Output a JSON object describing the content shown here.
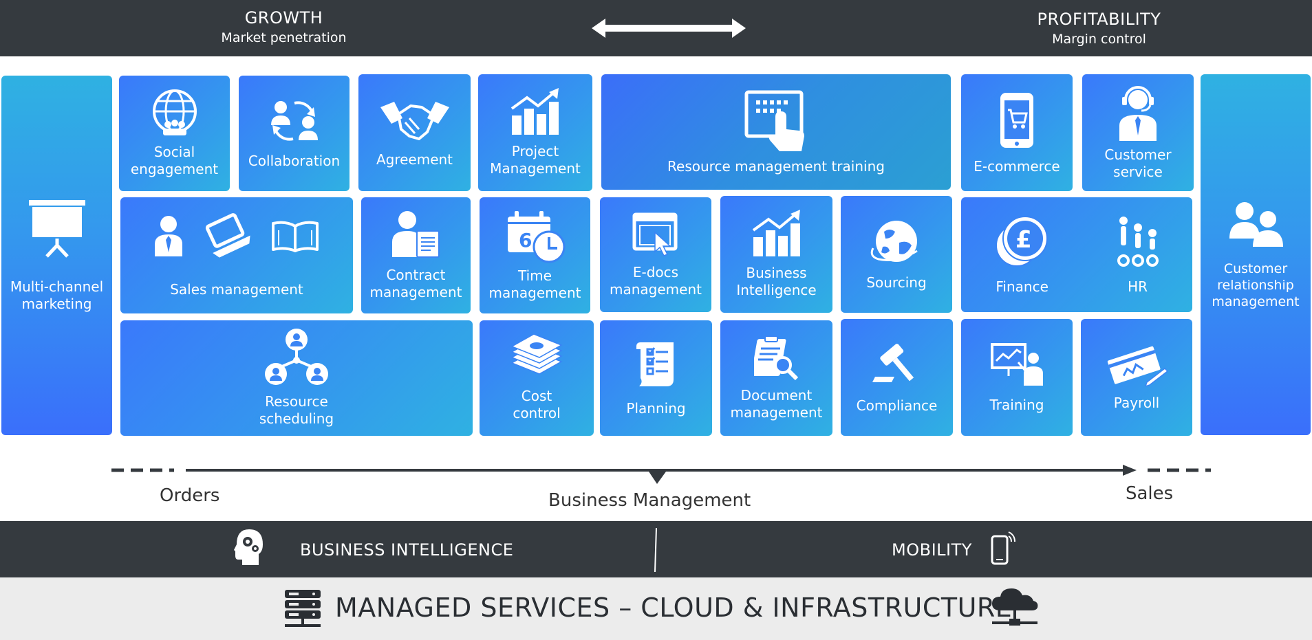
{
  "header": {
    "growth_title": "GROWTH",
    "growth_sub": "Market penetration",
    "profit_title": "PROFITABILITY",
    "profit_sub": "Margin control"
  },
  "tiles": {
    "multichannel": "Multi-channel\nmarketing",
    "social": "Social\nengagement",
    "collaboration": "Collaboration",
    "agreement": "Agreement",
    "project": "Project\nManagement",
    "resource_training": "Resource management training",
    "ecommerce": "E-commerce",
    "customer_service": "Customer\nservice",
    "crm": "Customer\nrelationship\nmanagement",
    "sales": "Sales management",
    "contract": "Contract\nmanagement",
    "time": "Time\nmanagement",
    "edocs": "E-docs\nmanagement",
    "bi": "Business\nIntelligence",
    "sourcing": "Sourcing",
    "finance": "Finance",
    "hr": "HR",
    "resource_scheduling": "Resource\nscheduling",
    "cost": "Cost\ncontrol",
    "planning": "Planning",
    "document": "Document\nmanagement",
    "compliance": "Compliance",
    "training": "Training",
    "payroll": "Payroll"
  },
  "timeline": {
    "orders": "Orders",
    "business_management": "Business Management",
    "sales": "Sales"
  },
  "footer": {
    "business_intelligence": "BUSINESS INTELLIGENCE",
    "mobility": "MOBILITY",
    "managed_services": "MANAGED SERVICES – CLOUD & INFRASTRUCTURE"
  },
  "colors": {
    "dark_bar": "#353a3f",
    "tile_blue": "#3a79fb",
    "tile_cyan": "#2fb1e2",
    "light_bar": "#ececec"
  }
}
